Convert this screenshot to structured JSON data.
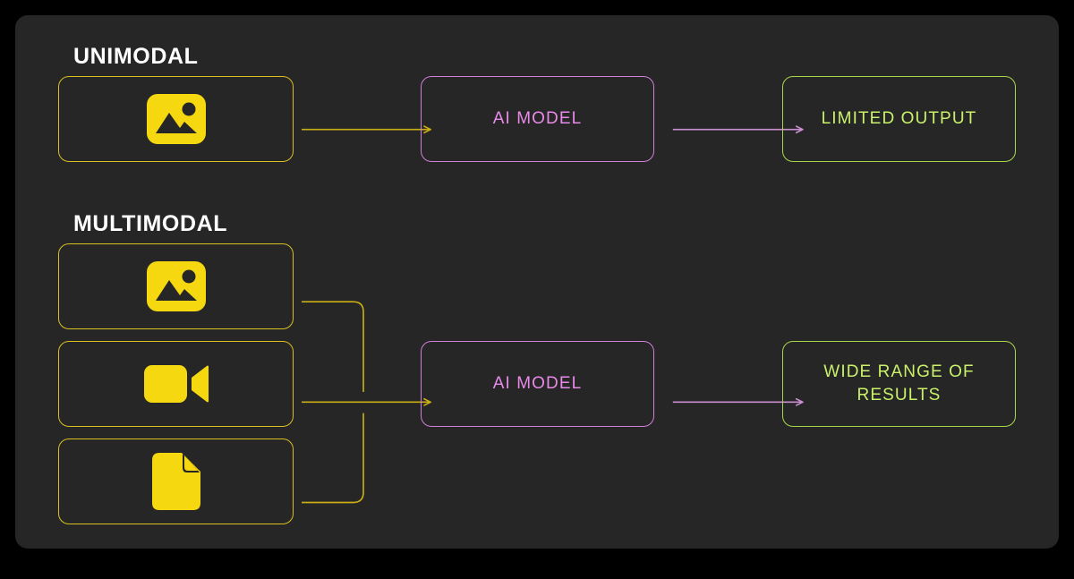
{
  "meta": {
    "background_color": "#000000",
    "panel_color": "#262626",
    "accent_yellow": "#f6d811",
    "accent_border_yellow": "#d8c020",
    "accent_purple": "#d27fd8",
    "accent_purple_text": "#e88ae8",
    "accent_green": "#a8d84a",
    "accent_green_text": "#c9f26a",
    "title_color": "#ffffff"
  },
  "sections": [
    {
      "id": "unimodal",
      "title": "UNIMODAL",
      "inputs": [
        {
          "icon": "image-icon",
          "label": ""
        }
      ],
      "model": {
        "label": "AI MODEL"
      },
      "output": {
        "lines": [
          "LIMITED OUTPUT"
        ]
      }
    },
    {
      "id": "multimodal",
      "title": "MULTIMODAL",
      "inputs": [
        {
          "icon": "image-icon",
          "label": ""
        },
        {
          "icon": "video-icon",
          "label": ""
        },
        {
          "icon": "document-icon",
          "label": ""
        }
      ],
      "model": {
        "label": "AI MODEL"
      },
      "output": {
        "lines": [
          "WIDE RANGE OF",
          "RESULTS"
        ]
      }
    }
  ],
  "labels": {
    "unimodal_title": "UNIMODAL",
    "multimodal_title": "MULTIMODAL",
    "ai_model_1": "AI MODEL",
    "ai_model_2": "AI MODEL",
    "limited_output": "LIMITED OUTPUT",
    "wide_range_of": "WIDE RANGE OF",
    "results": "RESULTS"
  },
  "icons": {
    "image": "image-icon",
    "video": "video-icon",
    "document": "document-icon",
    "arrow": "arrow-head-icon"
  }
}
